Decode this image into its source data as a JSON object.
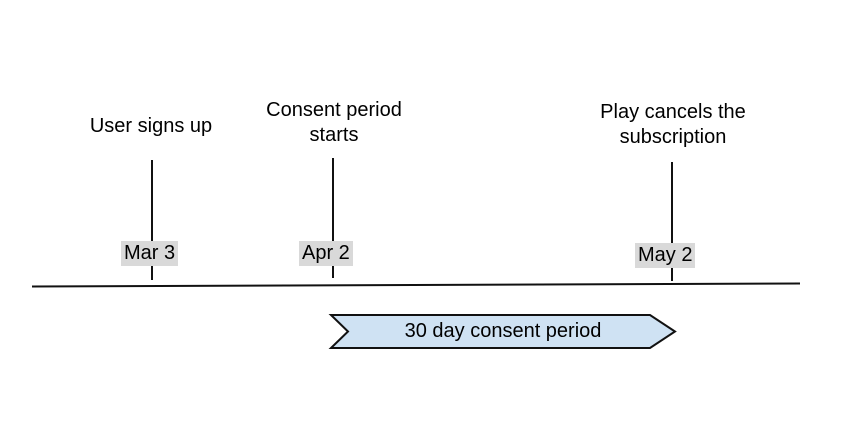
{
  "events": [
    {
      "label": "User signs up",
      "date": "Mar 3"
    },
    {
      "label": "Consent period starts",
      "date": "Apr 2"
    },
    {
      "label": "Play cancels the subscription",
      "date": "May 2"
    }
  ],
  "banner": {
    "label": "30 day consent period"
  },
  "colors": {
    "banner_fill": "#cfe2f3",
    "banner_stroke": "#111111",
    "date_label_bg": "#d9d9d9",
    "axis_line": "#111111",
    "text": "#000000"
  }
}
